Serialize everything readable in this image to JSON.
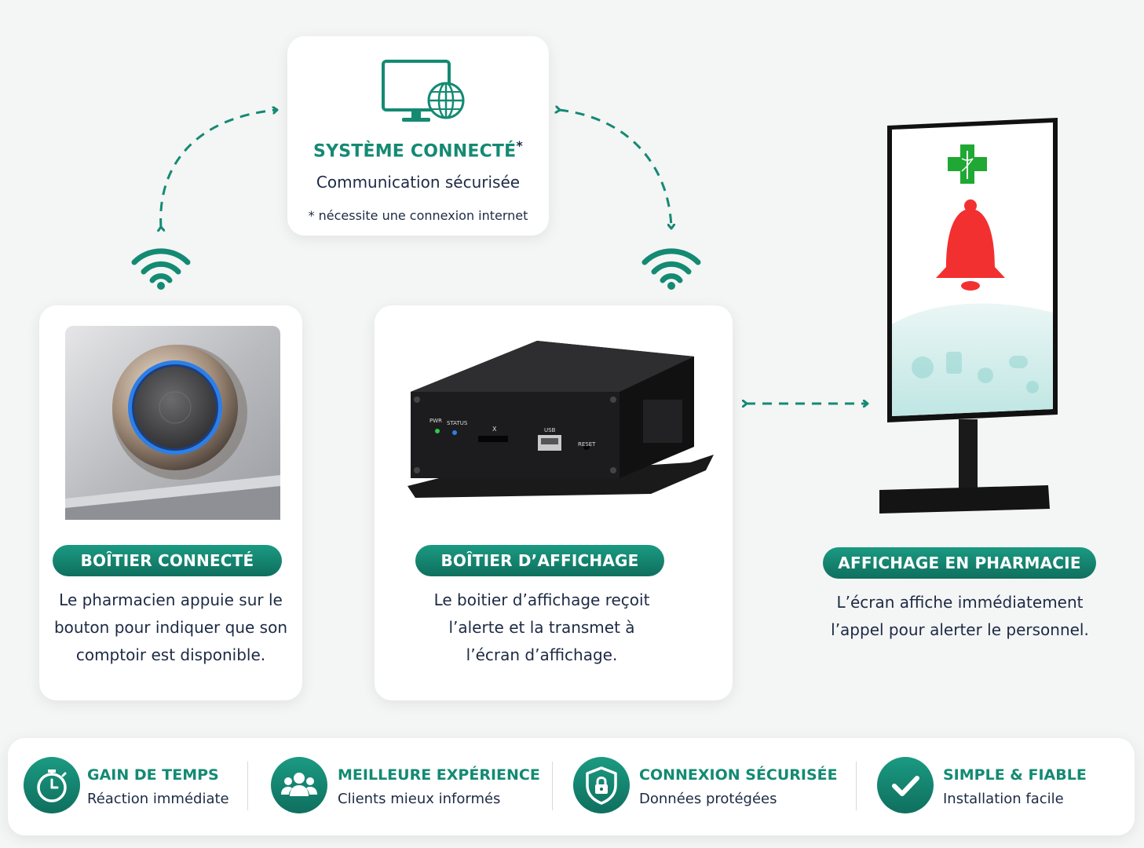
{
  "system": {
    "title": "SYSTÈME CONNECTÉ",
    "title_mark": "*",
    "subtitle": "Communication sécurisée",
    "note": "* nécessite une connexion internet"
  },
  "steps": [
    {
      "label": "BOÎTIER CONNECTÉ",
      "desc": [
        "Le pharmacien appuie sur le",
        "bouton pour indiquer que son",
        "comptoir est disponible."
      ]
    },
    {
      "label": "BOÎTIER D’AFFICHAGE",
      "desc": [
        "Le boitier d’affichage reçoit",
        "l’alerte et la transmet à",
        "l’écran d’affichage."
      ]
    },
    {
      "label": "AFFICHAGE EN PHARMACIE",
      "desc": [
        "L’écran affiche immédiatement",
        "l’appel pour alerter le personnel."
      ]
    }
  ],
  "device_box": {
    "port_pwr": "PWR",
    "port_status": "STATUS",
    "port_x": "X",
    "port_usb": "USB",
    "port_reset": "RESET"
  },
  "features": [
    {
      "title": "GAIN DE TEMPS",
      "sub": "Réaction immédiate",
      "icon": "stopwatch-icon"
    },
    {
      "title": "MEILLEURE EXPÉRIENCE",
      "sub": "Clients mieux informés",
      "icon": "users-icon"
    },
    {
      "title": "CONNEXION SÉCURISÉE",
      "sub": "Données protégées",
      "icon": "shield-lock-icon"
    },
    {
      "title": "SIMPLE & FIABLE",
      "sub": "Installation facile",
      "icon": "check-icon"
    }
  ],
  "colors": {
    "accent": "#148a73",
    "accent_dark": "#0f6f5e",
    "text": "#1d2a44",
    "alert_red": "#f23030",
    "pharmacy_green": "#1fa833",
    "button_ring_blue": "#2d7fe8"
  }
}
